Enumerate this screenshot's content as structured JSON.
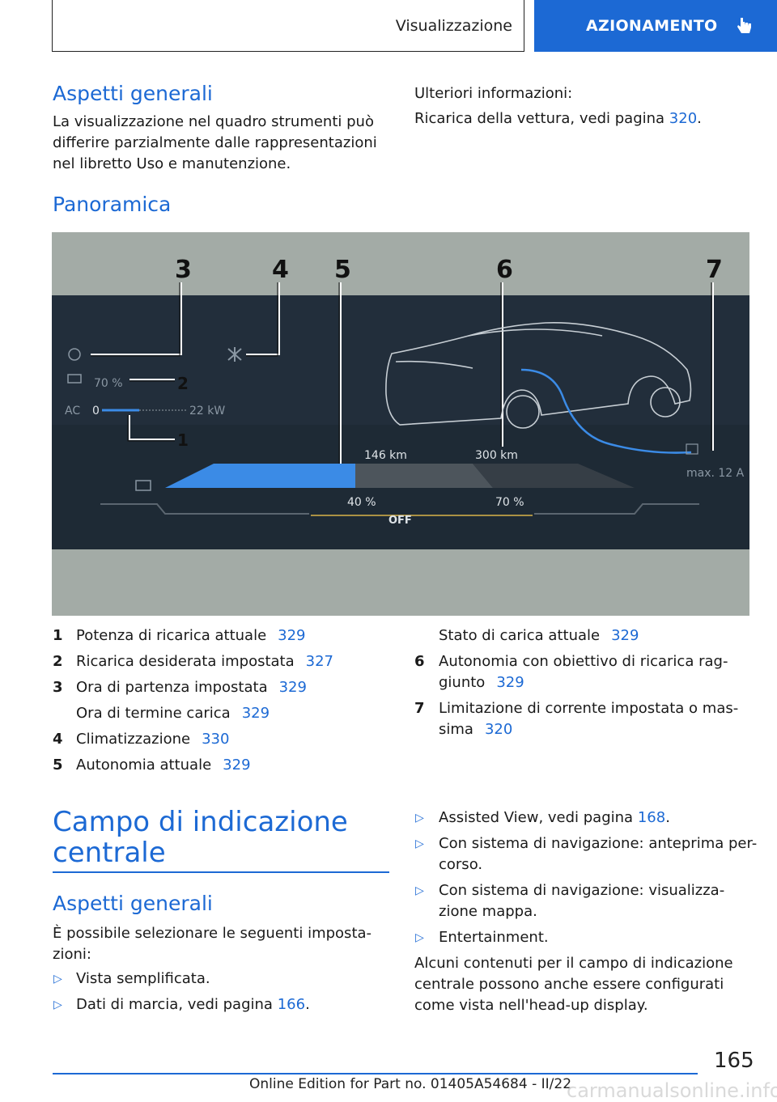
{
  "header": {
    "section_label": "Visualizzazione",
    "chapter_label": "AZIONAMENTO"
  },
  "intro": {
    "heading": "Aspetti generali",
    "text": "La visualizzazione nel quadro strumenti può differire parzialmente dalle rappresentazioni nel libretto Uso e manutenzione.",
    "more_heading": "Ulteriori informazioni:",
    "more_text": "Ricarica della vettura, vedi pagina",
    "more_page": "320",
    "more_end": "."
  },
  "overview": {
    "heading": "Panoramica",
    "figure": {
      "callouts": [
        "1",
        "2",
        "3",
        "4",
        "5",
        "6",
        "7"
      ],
      "soc_target": "70 %",
      "ac_label": "AC",
      "ac_min": "0",
      "ac_max": "22 kW",
      "range_now": "146 km",
      "range_target": "300 km",
      "soc_now": "40 %",
      "soc_target_bar": "70 %",
      "off_label": "OFF",
      "current_limit": "max. 12 A"
    },
    "legend_left": [
      {
        "n": "1",
        "text": "Potenza di ricarica attuale",
        "page": "329"
      },
      {
        "n": "2",
        "text": "Ricarica desiderata impostata",
        "page": "327"
      },
      {
        "n": "3",
        "text": "Ora di partenza impostata",
        "page": "329"
      },
      {
        "n": "",
        "text": "Ora di termine carica",
        "page": "329"
      },
      {
        "n": "4",
        "text": "Climatizzazione",
        "page": "330"
      },
      {
        "n": "5",
        "text": "Autonomia attuale",
        "page": "329"
      }
    ],
    "legend_right": {
      "cont_text": "Stato di carica attuale",
      "cont_page": "329",
      "item6_n": "6",
      "item6_line1": "Autonomia con obiettivo di ricarica rag-",
      "item6_line2": "giunto",
      "item6_page": "329",
      "item7_n": "7",
      "item7_line1": "Limitazione di corrente impostata o mas-",
      "item7_line2": "sima",
      "item7_page": "320"
    }
  },
  "central": {
    "title_line1": "Campo di indicazione",
    "title_line2": "centrale",
    "sub_heading": "Aspetti generali",
    "intro_line1": "È possibile selezionare le seguenti imposta-",
    "intro_line2": "zioni:",
    "bullet1": "Vista semplificata.",
    "bullet2_text": "Dati di marcia, vedi pagina",
    "bullet2_page": "166",
    "bullet3_text": "Assisted View, vedi pagina",
    "bullet3_page": "168",
    "bullet4_line1": "Con sistema di navigazione: anteprima per-",
    "bullet4_line2": "corso.",
    "bullet5_line1": "Con sistema di navigazione: visualizza-",
    "bullet5_line2": "zione mappa.",
    "bullet6": "Entertainment.",
    "closing_line1": "Alcuni contenuti per il campo di indicazione",
    "closing_line2": "centrale possono anche essere configurati",
    "closing_line3": "come vista nell'head-up display.",
    "dot": "."
  },
  "footer": {
    "page_number": "165",
    "edition": "Online Edition for Part no. 01405A54684 - II/22",
    "watermark": "carmanualsonline.info"
  }
}
